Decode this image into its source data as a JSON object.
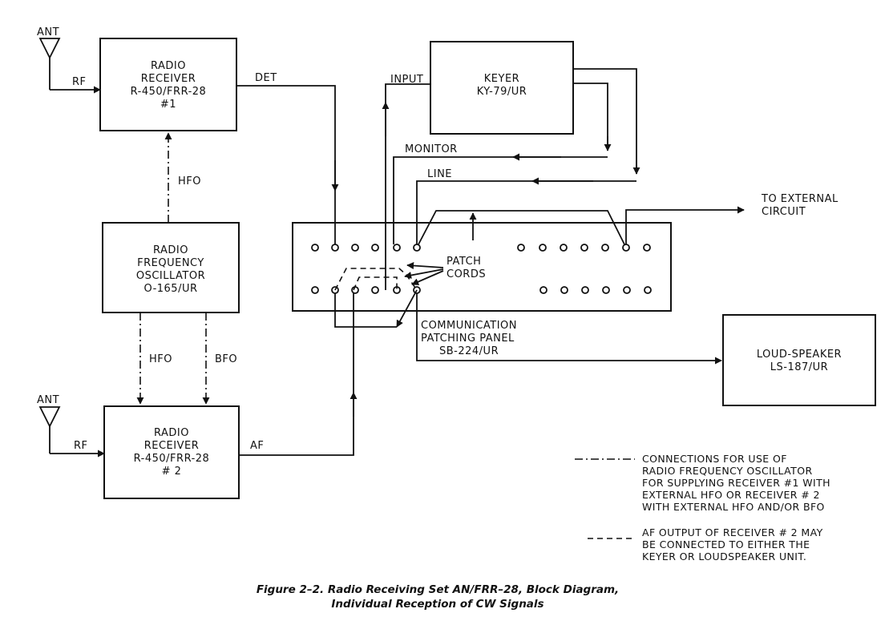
{
  "diagram": {
    "ant1": "ANT",
    "ant2": "ANT",
    "rf1": "RF",
    "rf2": "RF",
    "receiver1": [
      "RADIO",
      "RECEIVER",
      "R-450/FRR-28",
      "#1"
    ],
    "receiver2": [
      "RADIO",
      "RECEIVER",
      "R-450/FRR-28",
      "# 2"
    ],
    "oscillator": [
      "RADIO",
      "FREQUENCY",
      "OSCILLATOR",
      "O-165/UR"
    ],
    "keyer": [
      "KEYER",
      "KY-79/UR"
    ],
    "loudspeaker": [
      "LOUD-SPEAKER",
      "LS-187/UR"
    ],
    "det": "DET",
    "af": "AF",
    "hfo_top": "HFO",
    "hfo_bottom": "HFO",
    "bfo": "BFO",
    "input": "INPUT",
    "monitor": "MONITOR",
    "line": "LINE",
    "external": [
      "TO EXTERNAL",
      "CIRCUIT"
    ],
    "patch_cords": [
      "PATCH",
      "CORDS"
    ],
    "panel": [
      "COMMUNICATION",
      "PATCHING PANEL",
      "SB-224/UR"
    ]
  },
  "legend": {
    "dashdot": [
      "CONNECTIONS FOR USE OF",
      "RADIO FREQUENCY OSCILLATOR",
      "FOR SUPPLYING RECEIVER #1 WITH",
      "EXTERNAL HFO OR RECEIVER # 2",
      "WITH EXTERNAL HFO AND/OR BFO"
    ],
    "dashed": [
      "AF OUTPUT OF RECEIVER # 2 MAY",
      "BE CONNECTED TO EITHER THE",
      "KEYER OR LOUDSPEAKER UNIT."
    ]
  },
  "caption": [
    "Figure 2–2.  Radio Receiving Set AN/FRR–28, Block Diagram,",
    "Individual Reception of CW Signals"
  ]
}
